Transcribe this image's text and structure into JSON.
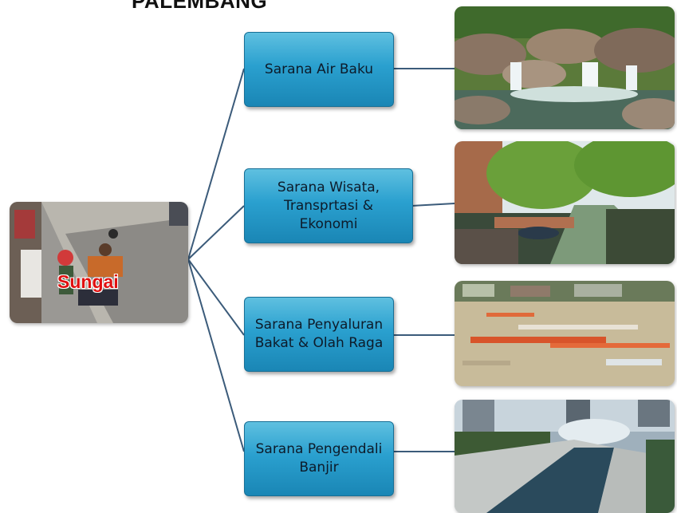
{
  "title": "PALEMBANG",
  "center": {
    "label": "Sungai",
    "label_color": "#e01010"
  },
  "branches": [
    {
      "label": "Sarana Air Baku"
    },
    {
      "label": "Sarana Wisata, Transprtasi & Ekonomi"
    },
    {
      "label": "Sarana Penyaluran Bakat & Olah Raga"
    },
    {
      "label": "Sarana Pengendali Banjir"
    }
  ],
  "colors": {
    "box_fill": "#2aa0cf",
    "connector": "#3b5b7a"
  }
}
